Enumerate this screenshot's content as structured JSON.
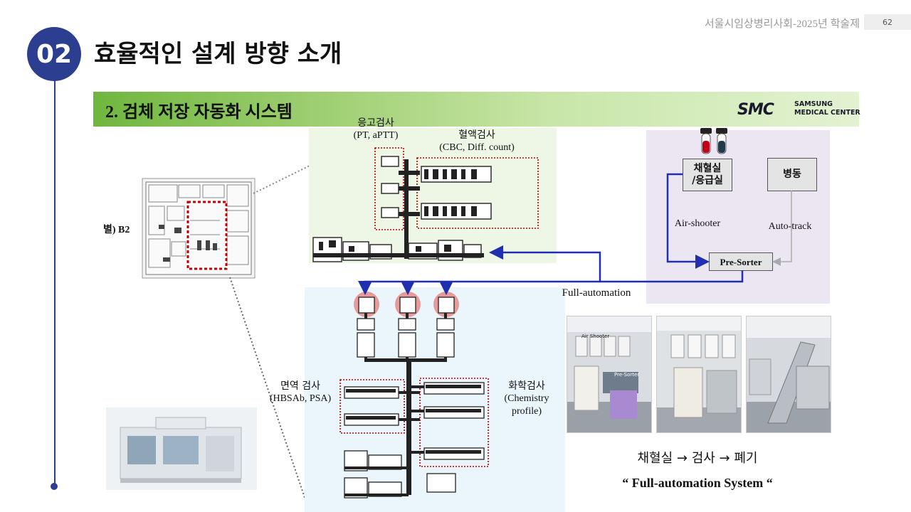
{
  "page": {
    "number": "02",
    "title": "효율적인 설계 방향 소개",
    "header_note": "서울시임상병리사회-2025년 학술제",
    "page_num": "62"
  },
  "section": {
    "title": "2. 검체 저장 자동화 시스템"
  },
  "logo": {
    "mark": "SMC",
    "line1": "SAMSUNG",
    "line2": "MEDICAL CENTER"
  },
  "floor_plan": {
    "label": "별) B2"
  },
  "upper_lab": {
    "coag_label": "응고검사",
    "coag_sub": "(PT, aPTT)",
    "blood_label": "혈액검사",
    "blood_sub": "(CBC, Diff. count)"
  },
  "lower_lab": {
    "immuno_label": "면역 검사",
    "immuno_sub": "(HBSAb, PSA)",
    "chem_label": "화학검사",
    "chem_sub1": "(Chemistry",
    "chem_sub2": "profile)"
  },
  "flow": {
    "collection_room_line1": "채혈실",
    "collection_room_line2": "/응급실",
    "ward": "병동",
    "air_shooter": "Air-shooter",
    "auto_track": "Auto-track",
    "pre_sorter": "Pre-Sorter",
    "full_automation": "Full-automation"
  },
  "photos": {
    "label1": "Air Shooter",
    "label2": "Pre-Sorter"
  },
  "captions": {
    "process": "채혈실 → 검사 → 폐기",
    "system": "“ Full-automation System “"
  },
  "colors": {
    "accent": "#2c3e8f",
    "section_green": "#6fb63f",
    "flow_line": "#1f2fb0",
    "dotted_red": "#c00000"
  }
}
